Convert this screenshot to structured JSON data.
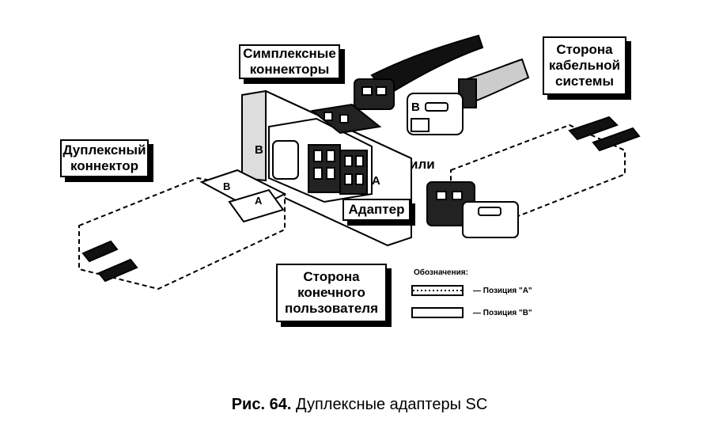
{
  "callouts": {
    "simplex": "Симплексные\nконнекторы",
    "cable_side": "Сторона\nкабельной\nсистемы",
    "duplex": "Дуплексный\nконнектор",
    "adapter": "Адаптер",
    "end_user_side": "Сторона\nконечного\nпользователя"
  },
  "labels": {
    "or": "или",
    "B_plate": "B",
    "A_plate": "A",
    "B_simplex": "B",
    "B_duplex": "B",
    "A_duplex": "A"
  },
  "legend": {
    "title": "Обозначения:",
    "items": [
      {
        "style": "dashed",
        "text": "— Позиция \"А\""
      },
      {
        "style": "solid",
        "text": "— Позиция \"В\""
      }
    ]
  },
  "caption": {
    "number": "Рис. 64.",
    "text": "Дуплексные адаптеры SC"
  }
}
